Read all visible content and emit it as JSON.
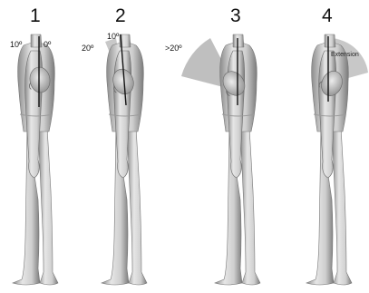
{
  "panels": [
    {
      "number": "1",
      "labels": [
        "10º",
        "0º"
      ]
    },
    {
      "number": "2",
      "labels": [
        "20º",
        "10º"
      ]
    },
    {
      "number": "3",
      "labels": [
        ">20º"
      ]
    },
    {
      "number": "4",
      "labels": [
        "Extension"
      ]
    }
  ],
  "colors": {
    "wedge": "#c8c8c8",
    "line": "#111111",
    "figure": "#d9d9d9"
  }
}
